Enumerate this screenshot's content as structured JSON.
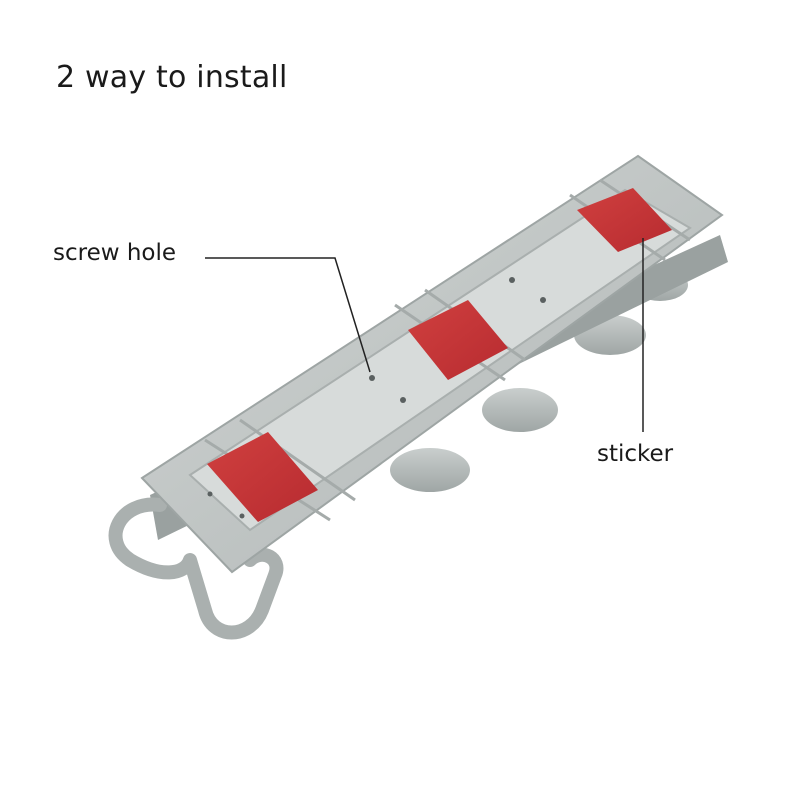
{
  "title": "2 way to install",
  "callouts": {
    "screw_hole": "screw hole",
    "sticker": "sticker"
  },
  "colors": {
    "background": "#ffffff",
    "plastic": "#c6cbca",
    "sticker": "#c9373a",
    "text": "#1a1a1a"
  }
}
